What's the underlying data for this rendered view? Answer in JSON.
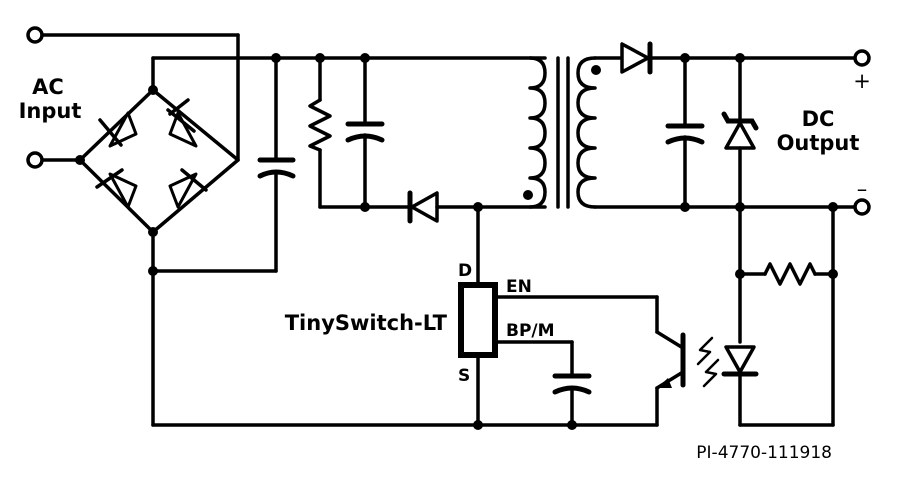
{
  "labels": {
    "ac_input_line1": "AC",
    "ac_input_line2": "Input",
    "dc_output_line1": "DC",
    "dc_output_line2": "Output",
    "plus": "+",
    "minus": "–",
    "controller": "TinySwitch-LT",
    "pin_d": "D",
    "pin_en": "EN",
    "pin_bpm": "BP/M",
    "pin_s": "S",
    "drawing_id": "PI-4770-111918"
  }
}
